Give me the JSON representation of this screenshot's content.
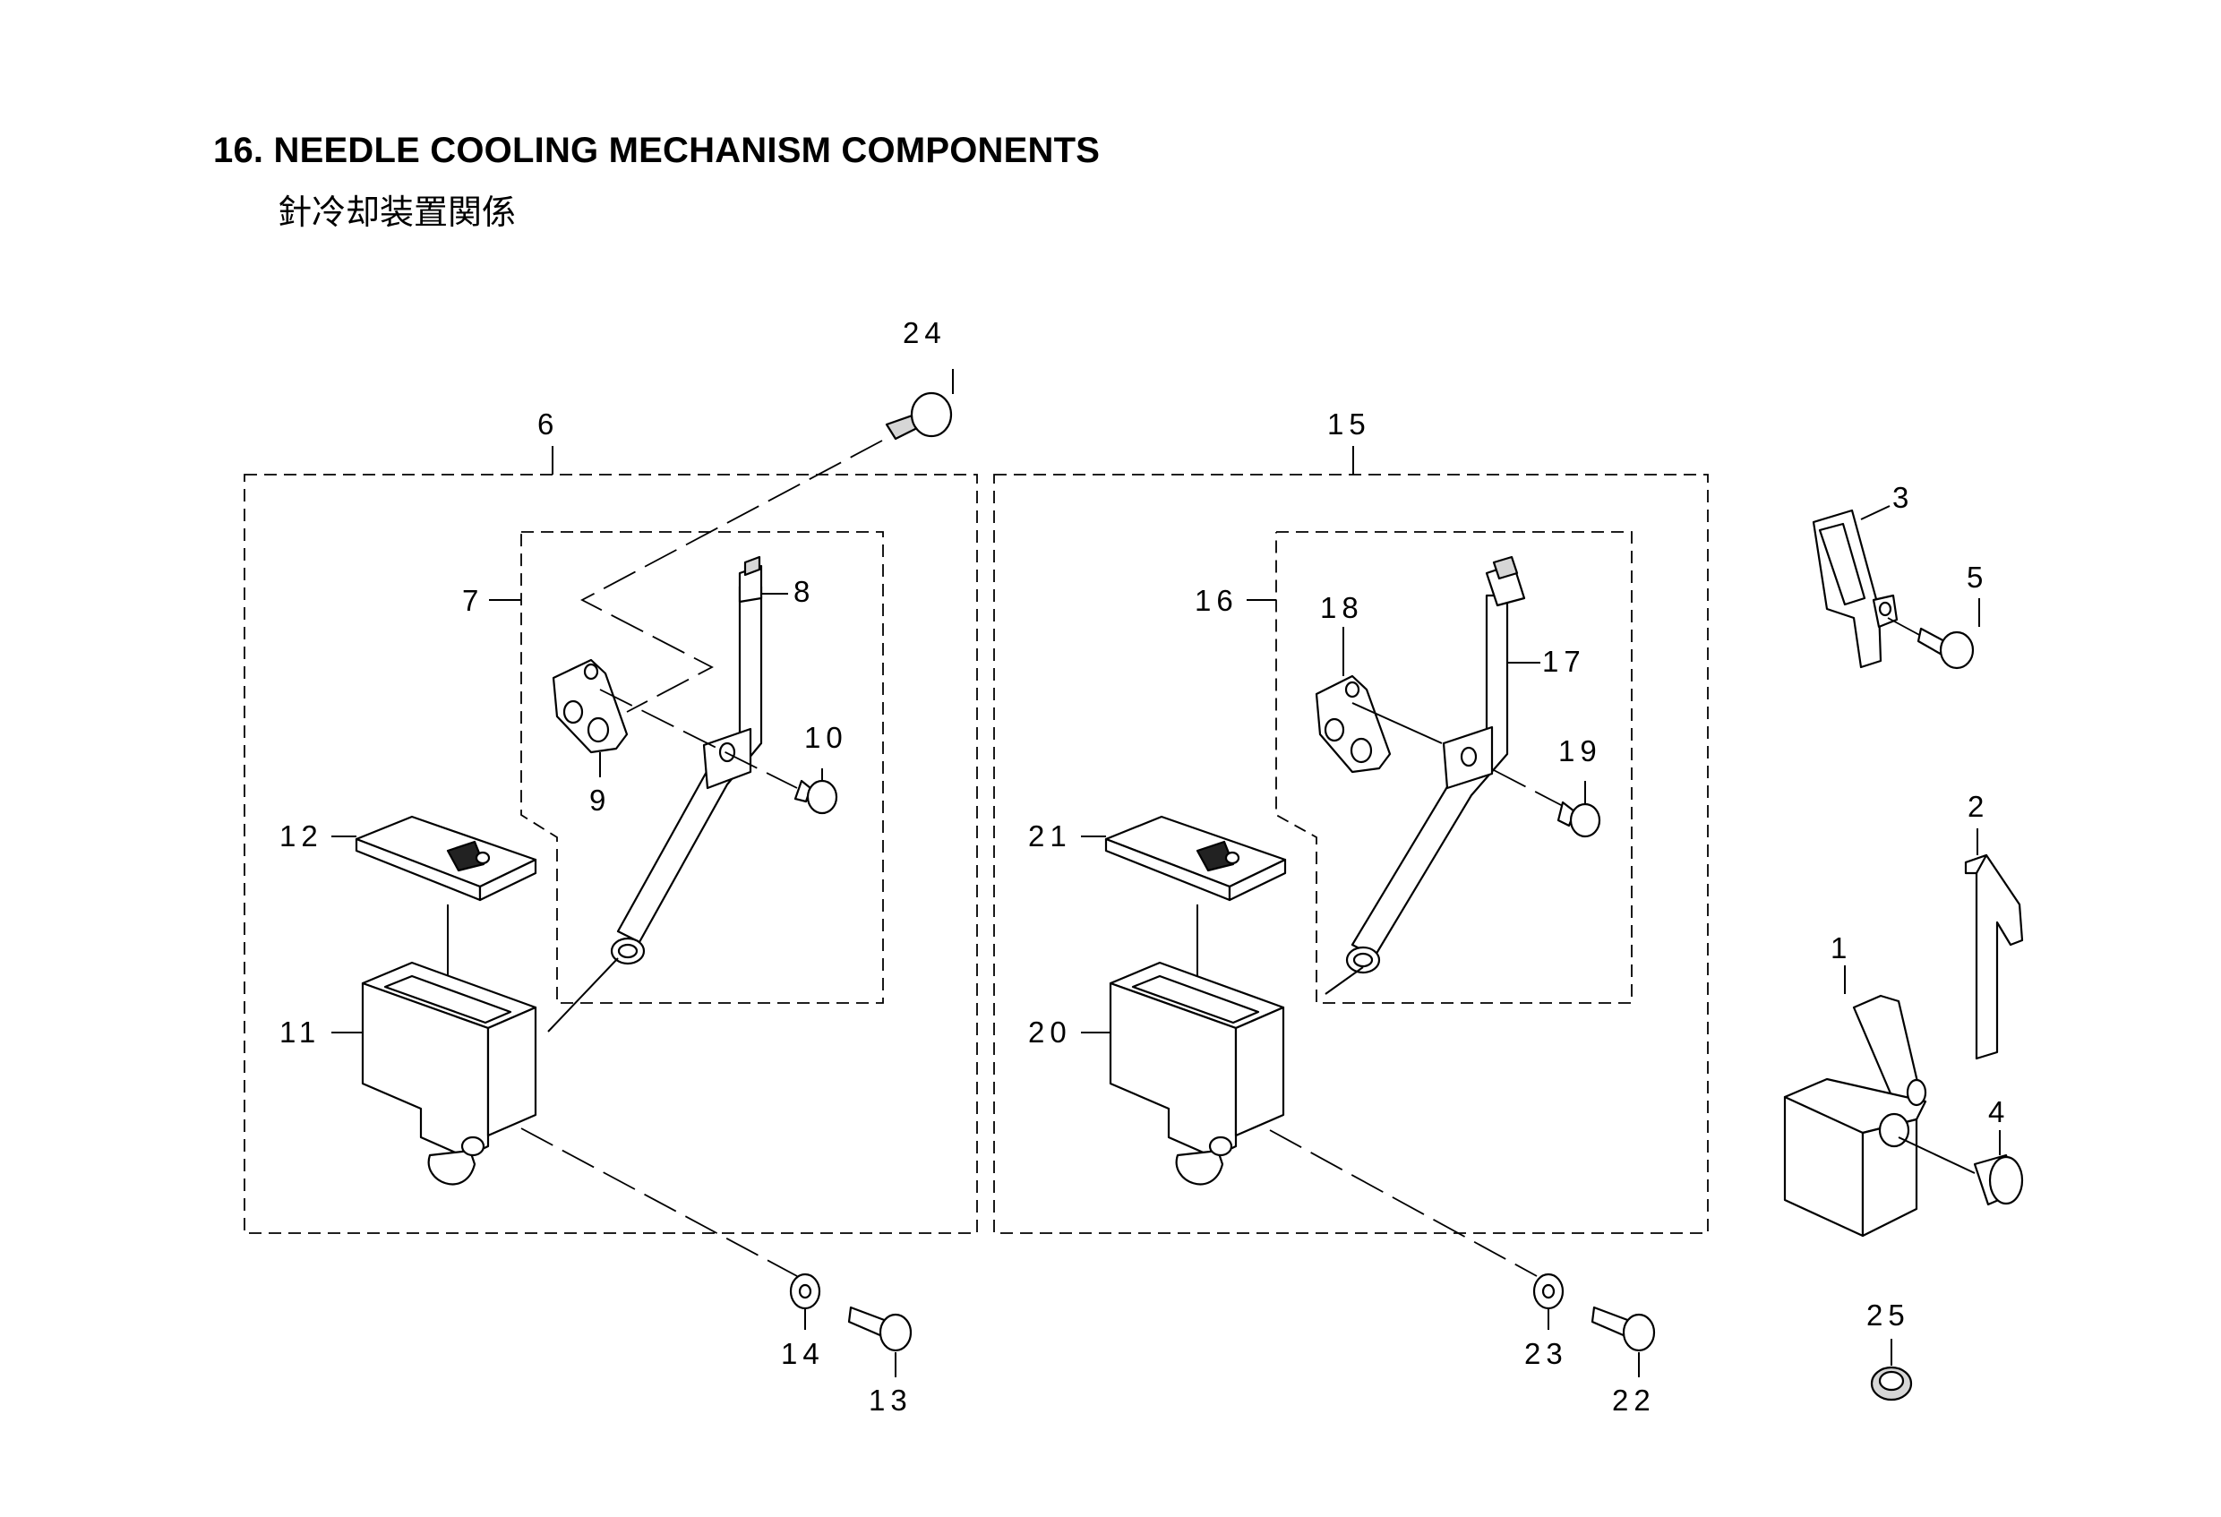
{
  "header": {
    "title": "16. NEEDLE COOLING MECHANISM COMPONENTS",
    "subtitle": "針冷却装置関係"
  },
  "callouts": {
    "p1": "1",
    "p2": "2",
    "p3": "3",
    "p4": "4",
    "p5": "5",
    "p6": "6",
    "p7": "7",
    "p8": "8",
    "p9": "9",
    "p10": "10",
    "p11": "11",
    "p12": "12",
    "p13": "13",
    "p14": "14",
    "p15": "15",
    "p16": "16",
    "p17": "17",
    "p18": "18",
    "p19": "19",
    "p20": "20",
    "p21": "21",
    "p22": "22",
    "p23": "23",
    "p24": "24",
    "p25": "25"
  }
}
